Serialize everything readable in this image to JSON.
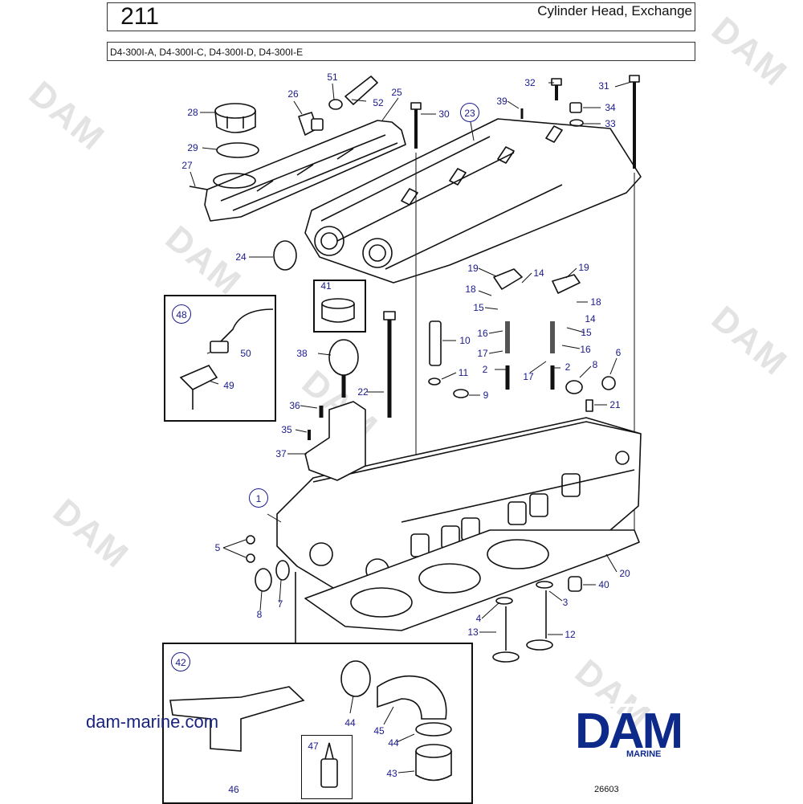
{
  "header": {
    "page_number": "211",
    "title": "Cylinder Head, Exchange",
    "models": "D4-300I-A, D4-300I-C, D4-300I-D, D4-300I-E"
  },
  "parts": {
    "p1": "1",
    "p2a": "2",
    "p2b": "2",
    "p3": "3",
    "p4": "4",
    "p5": "5",
    "p6": "6",
    "p7": "7",
    "p8a": "8",
    "p8b": "8",
    "p9": "9",
    "p10": "10",
    "p11": "11",
    "p12": "12",
    "p13": "13",
    "p14a": "14",
    "p14b": "14",
    "p15a": "15",
    "p15b": "15",
    "p16a": "16",
    "p16b": "16",
    "p17a": "17",
    "p17b": "17",
    "p18a": "18",
    "p18b": "18",
    "p19a": "19",
    "p19b": "19",
    "p20": "20",
    "p21": "21",
    "p22": "22",
    "p23": "23",
    "p24": "24",
    "p25": "25",
    "p26": "26",
    "p27": "27",
    "p28": "28",
    "p29": "29",
    "p30": "30",
    "p31": "31",
    "p32": "32",
    "p33": "33",
    "p34": "34",
    "p35": "35",
    "p36": "36",
    "p37": "37",
    "p38": "38",
    "p39": "39",
    "p40": "40",
    "p41": "41",
    "p42": "42",
    "p43": "43",
    "p44a": "44",
    "p44b": "44",
    "p45": "45",
    "p46": "46",
    "p47": "47",
    "p48": "48",
    "p49": "49",
    "p50": "50",
    "p51": "51",
    "p52": "52"
  },
  "footer": {
    "website": "dam-marine.com",
    "logo": "DAM",
    "logo_sub": "MARINE",
    "reference": "26603"
  },
  "watermark": "DAM",
  "colors": {
    "label": "#1a1a8c",
    "logo": "#0d2a8a",
    "line": "#111111"
  }
}
